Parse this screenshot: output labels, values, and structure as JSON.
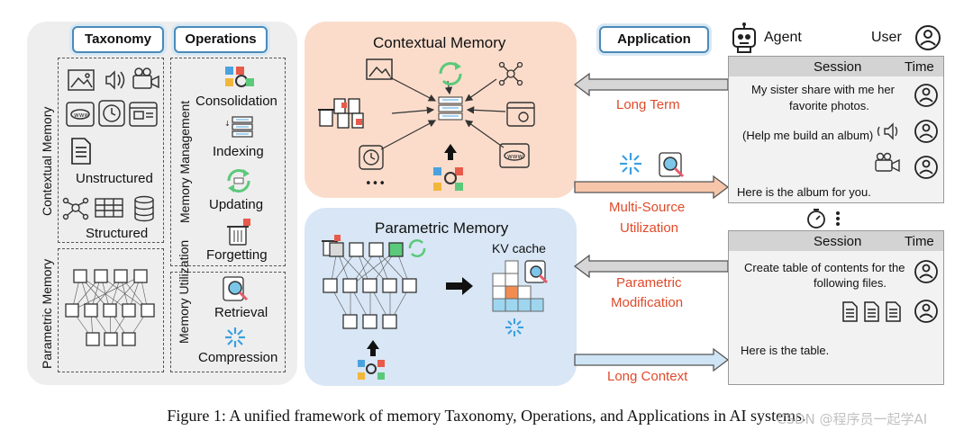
{
  "taxonomy": {
    "title": "Taxonomy",
    "contextual_label": "Contextual Memory",
    "parametric_label": "Parametric Memory",
    "unstructured": "Unstructured",
    "structured": "Structured"
  },
  "operations": {
    "title": "Operations",
    "management_label": "Memory Management",
    "utilization_label": "Memory Utilization",
    "items": {
      "consolidation": "Consolidation",
      "indexing": "Indexing",
      "updating": "Updating",
      "forgetting": "Forgetting",
      "retrieval": "Retrieval",
      "compression": "Compression"
    }
  },
  "contextual_memory": {
    "title": "Contextual Memory",
    "ellipsis": "•••"
  },
  "parametric_memory": {
    "title": "Parametric Memory",
    "kv_cache": "KV cache"
  },
  "application": {
    "title": "Application",
    "agent": "Agent",
    "user": "User"
  },
  "arrows": {
    "long_term": "Long Term",
    "multi_source_1": "Multi-Source",
    "multi_source_2": "Utilization",
    "param_mod_1": "Parametric",
    "param_mod_2": "Modification",
    "long_context": "Long Context"
  },
  "session1": {
    "session": "Session",
    "time": "Time",
    "msg1_line1": "My sister share with me her",
    "msg1_line2": "favorite photos.",
    "msg2": "(Help me build an album)",
    "reply": "Here is the album for you."
  },
  "session2": {
    "session": "Session",
    "time": "Time",
    "msg1_line1": "Create table of contents for the",
    "msg1_line2": "following files.",
    "reply": "Here is the table."
  },
  "caption": "Figure 1: A unified framework of memory Taxonomy, Operations, and Applications in AI systems.",
  "watermark": "CSDN @程序员一起学AI",
  "colors": {
    "ctx_bg": "#fbdccb",
    "param_bg": "#d8e6f5",
    "label_red": "#e04a2a",
    "tag_border": "#4a8ab8",
    "green": "#5bc97a",
    "orange": "#f28c50"
  }
}
